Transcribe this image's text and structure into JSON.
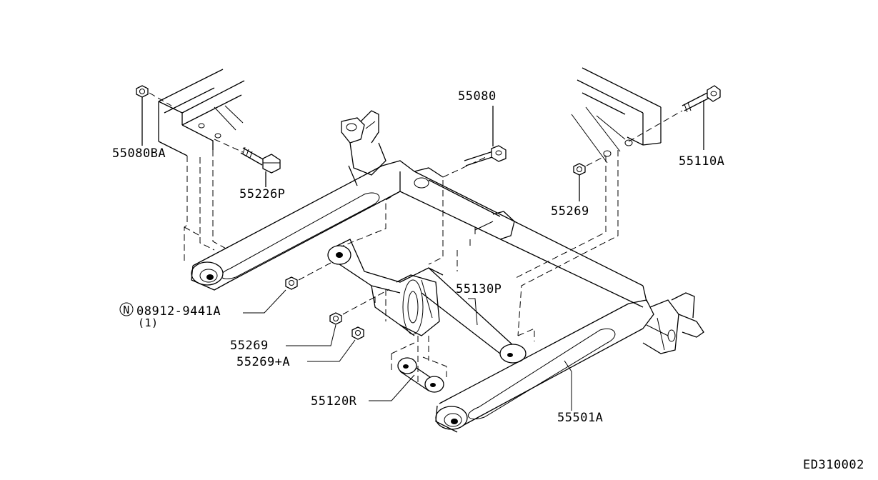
{
  "diagram": {
    "part_labels": {
      "p55080BA": "55080BA",
      "p55226P": "55226P",
      "p55080": "55080",
      "p55110A": "55110A",
      "p55269_top": "55269",
      "p08912": "08912-9441A",
      "p08912_qty": "(1)",
      "p08912_prefix": "N",
      "p55130P": "55130P",
      "p55269_mid": "55269",
      "p55269A": "55269+A",
      "p55120R": "55120R",
      "p55501A": "55501A"
    },
    "figure_code": "ED310002"
  }
}
